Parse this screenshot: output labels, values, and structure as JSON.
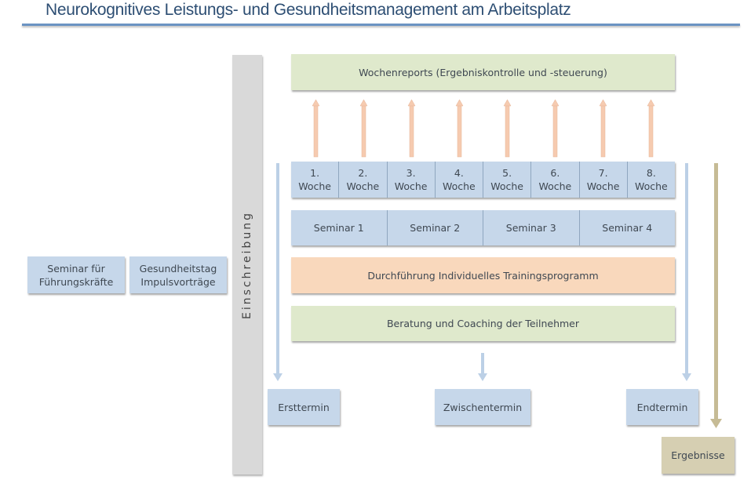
{
  "title": "Neurokognitives Leistungs- und Gesundheitsmanagement am Arbeitsplatz",
  "left_boxes": [
    {
      "line1": "Seminar für",
      "line2": "Führungskräfte"
    },
    {
      "line1": "Gesundheitstag",
      "line2": "Impulsvorträge"
    }
  ],
  "einschreibung": "Einschreibung",
  "wochenreports": "Wochenreports (Ergebniskontrolle und -steuerung)",
  "weeks": [
    {
      "n": "1.",
      "w": "Woche"
    },
    {
      "n": "2.",
      "w": "Woche"
    },
    {
      "n": "3.",
      "w": "Woche"
    },
    {
      "n": "4.",
      "w": "Woche"
    },
    {
      "n": "5.",
      "w": "Woche"
    },
    {
      "n": "6.",
      "w": "Woche"
    },
    {
      "n": "7.",
      "w": "Woche"
    },
    {
      "n": "8.",
      "w": "Woche"
    }
  ],
  "seminars": [
    "Seminar 1",
    "Seminar 2",
    "Seminar 3",
    "Seminar 4"
  ],
  "training": "Durchführung Individuelles Trainingsprogramm",
  "coaching": "Beratung und Coaching der Teilnehmer",
  "termine": [
    "Ersttermin",
    "Zwischentermin",
    "Endtermin"
  ],
  "ergebnisse": "Ergebnisse",
  "colors": {
    "blue": "#c6d7ea",
    "green": "#dfe9cc",
    "orange": "#f9d8bc",
    "tan": "#d6cfb2"
  }
}
